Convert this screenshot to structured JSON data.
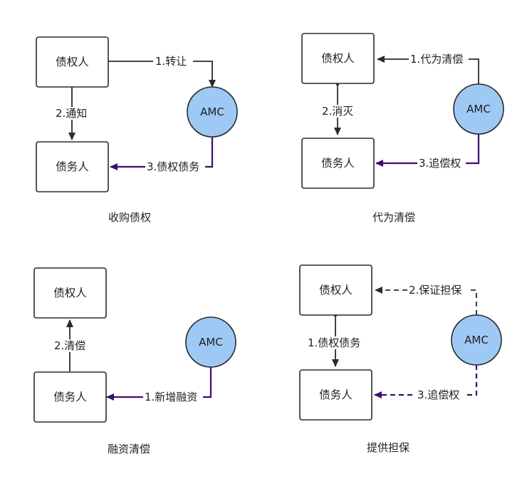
{
  "nodes": {
    "creditor": "债权人",
    "debtor": "债务人",
    "amc": "AMC"
  },
  "panels": [
    {
      "caption": "收购债权",
      "edges": [
        "1.转让",
        "2.通知",
        "3.债权债务"
      ]
    },
    {
      "caption": "代为清偿",
      "edges": [
        "1.代为清偿",
        "2.消灭",
        "3.追偿权"
      ]
    },
    {
      "caption": "融资清偿",
      "edges": [
        "1.新增融资",
        "2.清偿"
      ]
    },
    {
      "caption": "提供担保",
      "edges": [
        "2.保证担保",
        "1.债权债务",
        "3.追偿权"
      ]
    }
  ],
  "colors": {
    "circle_fill": "#9ec9f5",
    "purple_line": "#3a0f6e",
    "black_line": "#2b2b2b"
  }
}
